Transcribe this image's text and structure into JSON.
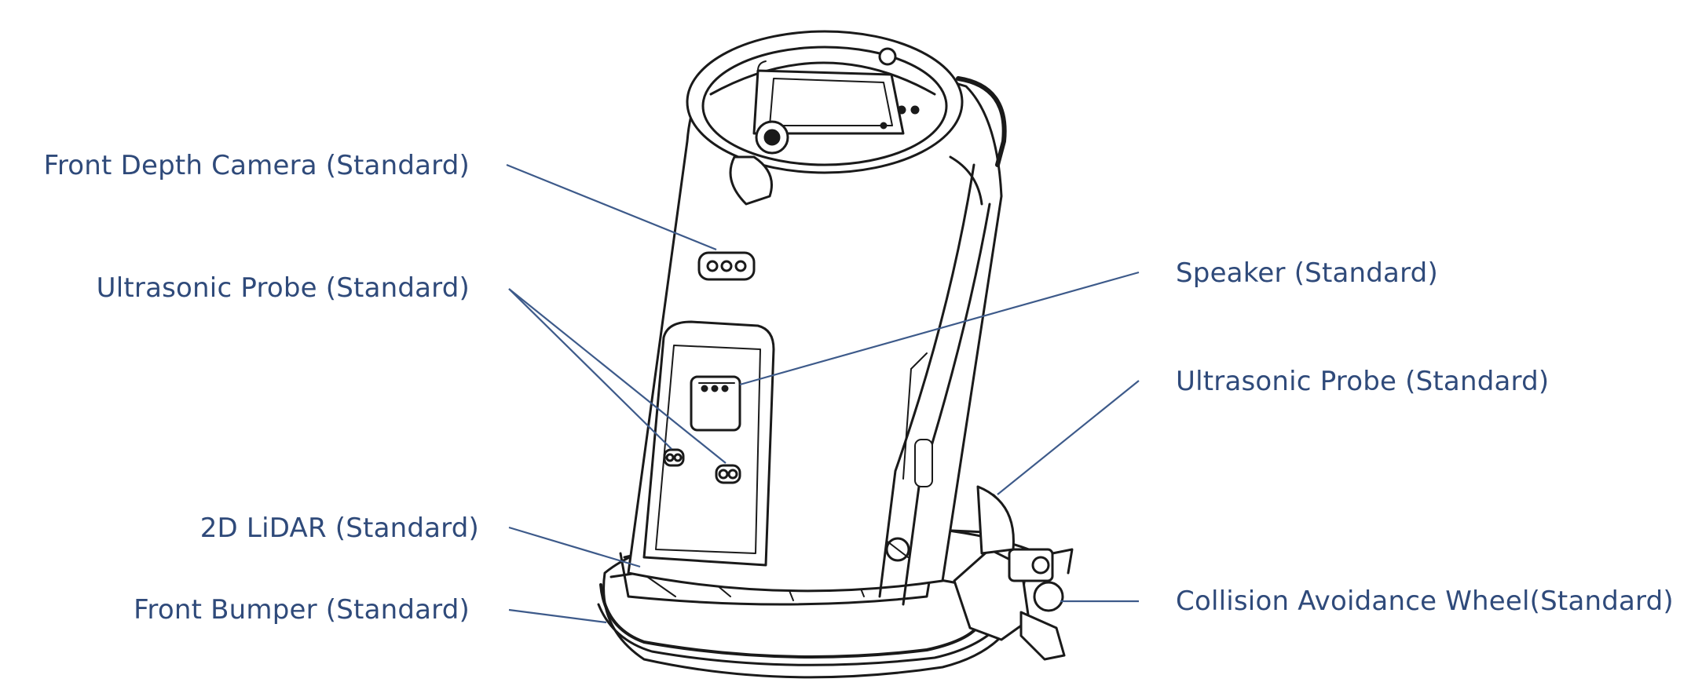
{
  "colors": {
    "label_text": "#2f4a7a",
    "leader_line": "#3d5a8a",
    "drawing_stroke": "#1a1a1a"
  },
  "device": {
    "name": "cleaning-robot-line-drawing"
  },
  "labels": {
    "front_depth_camera": "Front Depth Camera (Standard)",
    "ultrasonic_probe_front": "Ultrasonic Probe (Standard)",
    "lidar_2d": "2D LiDAR (Standard)",
    "front_bumper": "Front Bumper (Standard)",
    "speaker": "Speaker (Standard)",
    "ultrasonic_probe_side": "Ultrasonic Probe (Standard)",
    "collision_wheel": "Collision Avoidance Wheel(Standard)"
  }
}
